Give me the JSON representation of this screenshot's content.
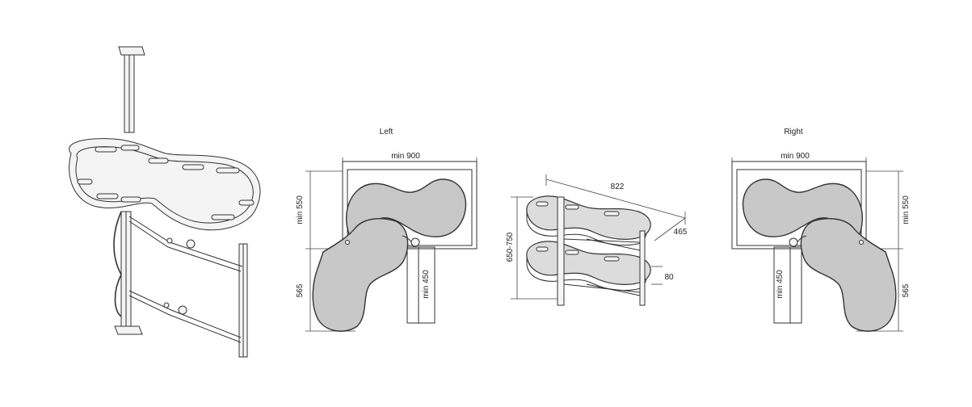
{
  "views": {
    "left": {
      "title": "Left",
      "width": "min 900",
      "depth": "min 550",
      "side": "565",
      "post": "min 450"
    },
    "side": {
      "width": "822",
      "depth": "465",
      "height": "650-750",
      "gap": "80"
    },
    "right": {
      "title": "Right",
      "width": "min 900",
      "depth": "min 550",
      "side": "565",
      "post": "min 450"
    }
  }
}
